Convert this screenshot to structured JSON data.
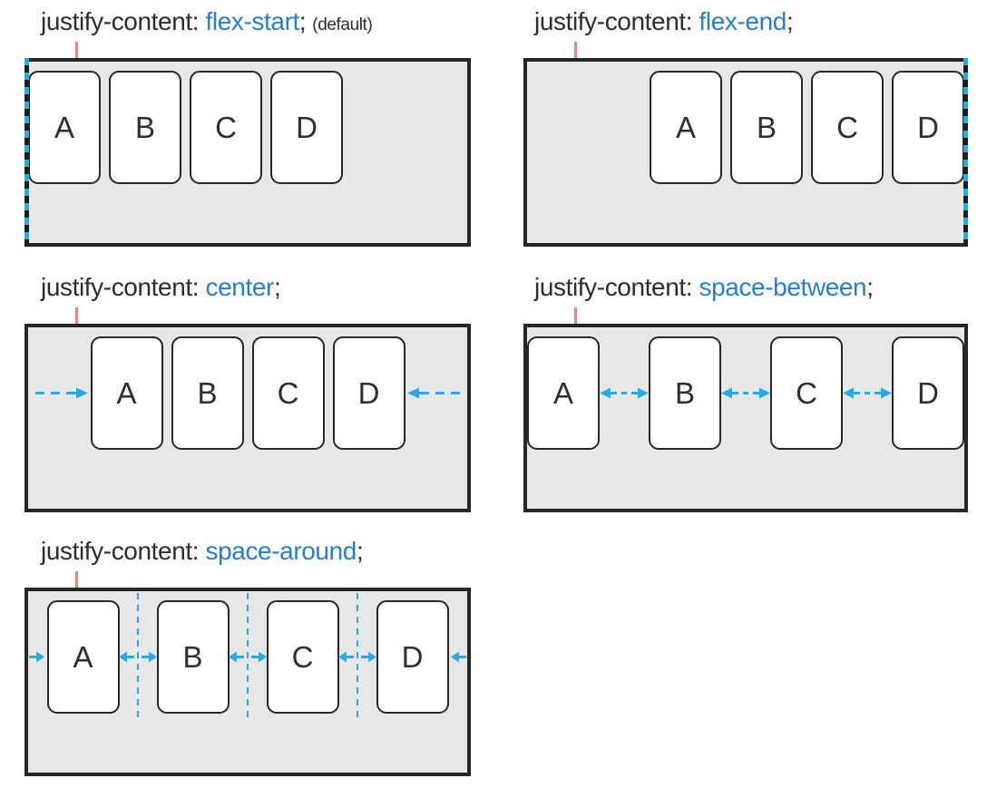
{
  "diagram": {
    "subject": "CSS justify-content values demo",
    "title_property": "justify-content: ",
    "colors": {
      "value_blue": "#2a7dc7",
      "arrow_cyan": "#29abe2",
      "container_fill": "#e7e7e7",
      "border_dark": "#272727",
      "tick_red": "#f4837d"
    },
    "panels": [
      {
        "value": "flex-start",
        "suffix": ";",
        "note": "(default)",
        "items": [
          "A",
          "B",
          "C",
          "D"
        ]
      },
      {
        "value": "flex-end",
        "suffix": ";",
        "note": "",
        "items": [
          "A",
          "B",
          "C",
          "D"
        ]
      },
      {
        "value": "center",
        "suffix": ";",
        "note": "",
        "items": [
          "A",
          "B",
          "C",
          "D"
        ]
      },
      {
        "value": "space-between",
        "suffix": ";",
        "note": "",
        "items": [
          "A",
          "B",
          "C",
          "D"
        ]
      },
      {
        "value": "space-around",
        "suffix": ";",
        "note": "",
        "items": [
          "A",
          "B",
          "C",
          "D"
        ]
      }
    ]
  }
}
